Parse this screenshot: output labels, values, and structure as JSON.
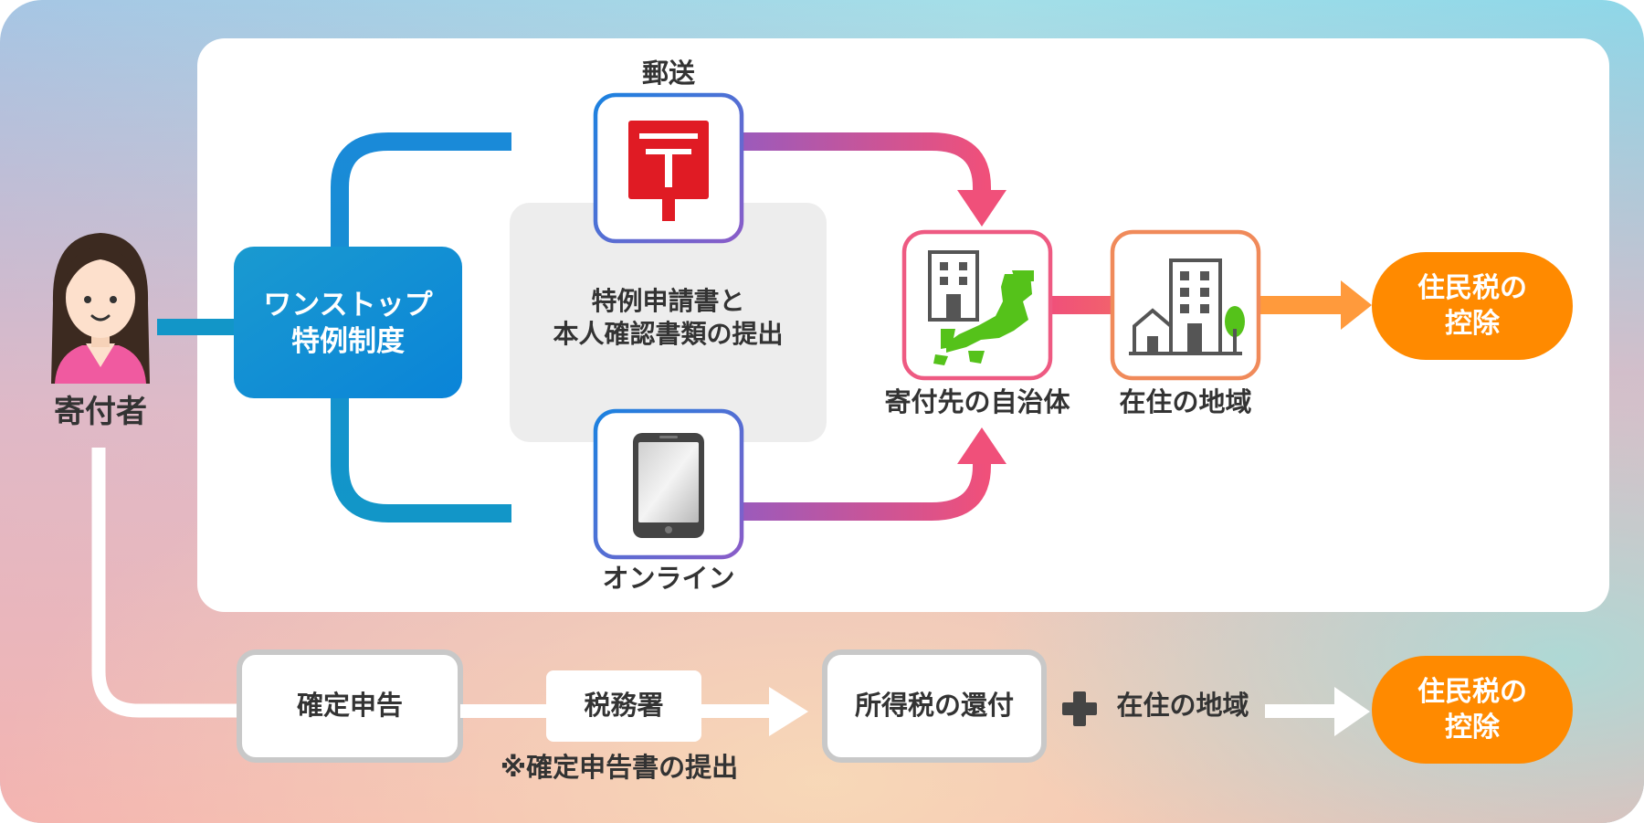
{
  "donor": {
    "label": "寄付者"
  },
  "onestop": {
    "label": "ワンストップ\n特例制度"
  },
  "submission": {
    "label": "特例申請書と\n本人確認書類の提出"
  },
  "mail": {
    "label": "郵送",
    "icon": "postbox-icon"
  },
  "online": {
    "label": "オンライン",
    "icon": "smartphone-icon"
  },
  "municipality": {
    "label": "寄付先の自治体",
    "icon": "municipality-japan-icon"
  },
  "residence_top": {
    "label": "在住の地域",
    "icon": "city-icon"
  },
  "result_top": {
    "label": "住民税の\n控除"
  },
  "tax_return": {
    "label": "確定申告"
  },
  "tax_office": {
    "label": "税務署",
    "note": "※確定申告書の提出"
  },
  "refund": {
    "label": "所得税の還付"
  },
  "residence_bottom": {
    "label": "在住の地域"
  },
  "result_bottom": {
    "label": "住民税の\n控除"
  },
  "colors": {
    "blue": "#1a82e0",
    "teal": "#1296c8",
    "purple": "#8b5cc8",
    "pink": "#f0507a",
    "coral": "#f47a5a",
    "orange": "#ff9a3c",
    "result": "#ff8a00",
    "green": "#55c21a",
    "postbox_red": "#e01b24"
  }
}
